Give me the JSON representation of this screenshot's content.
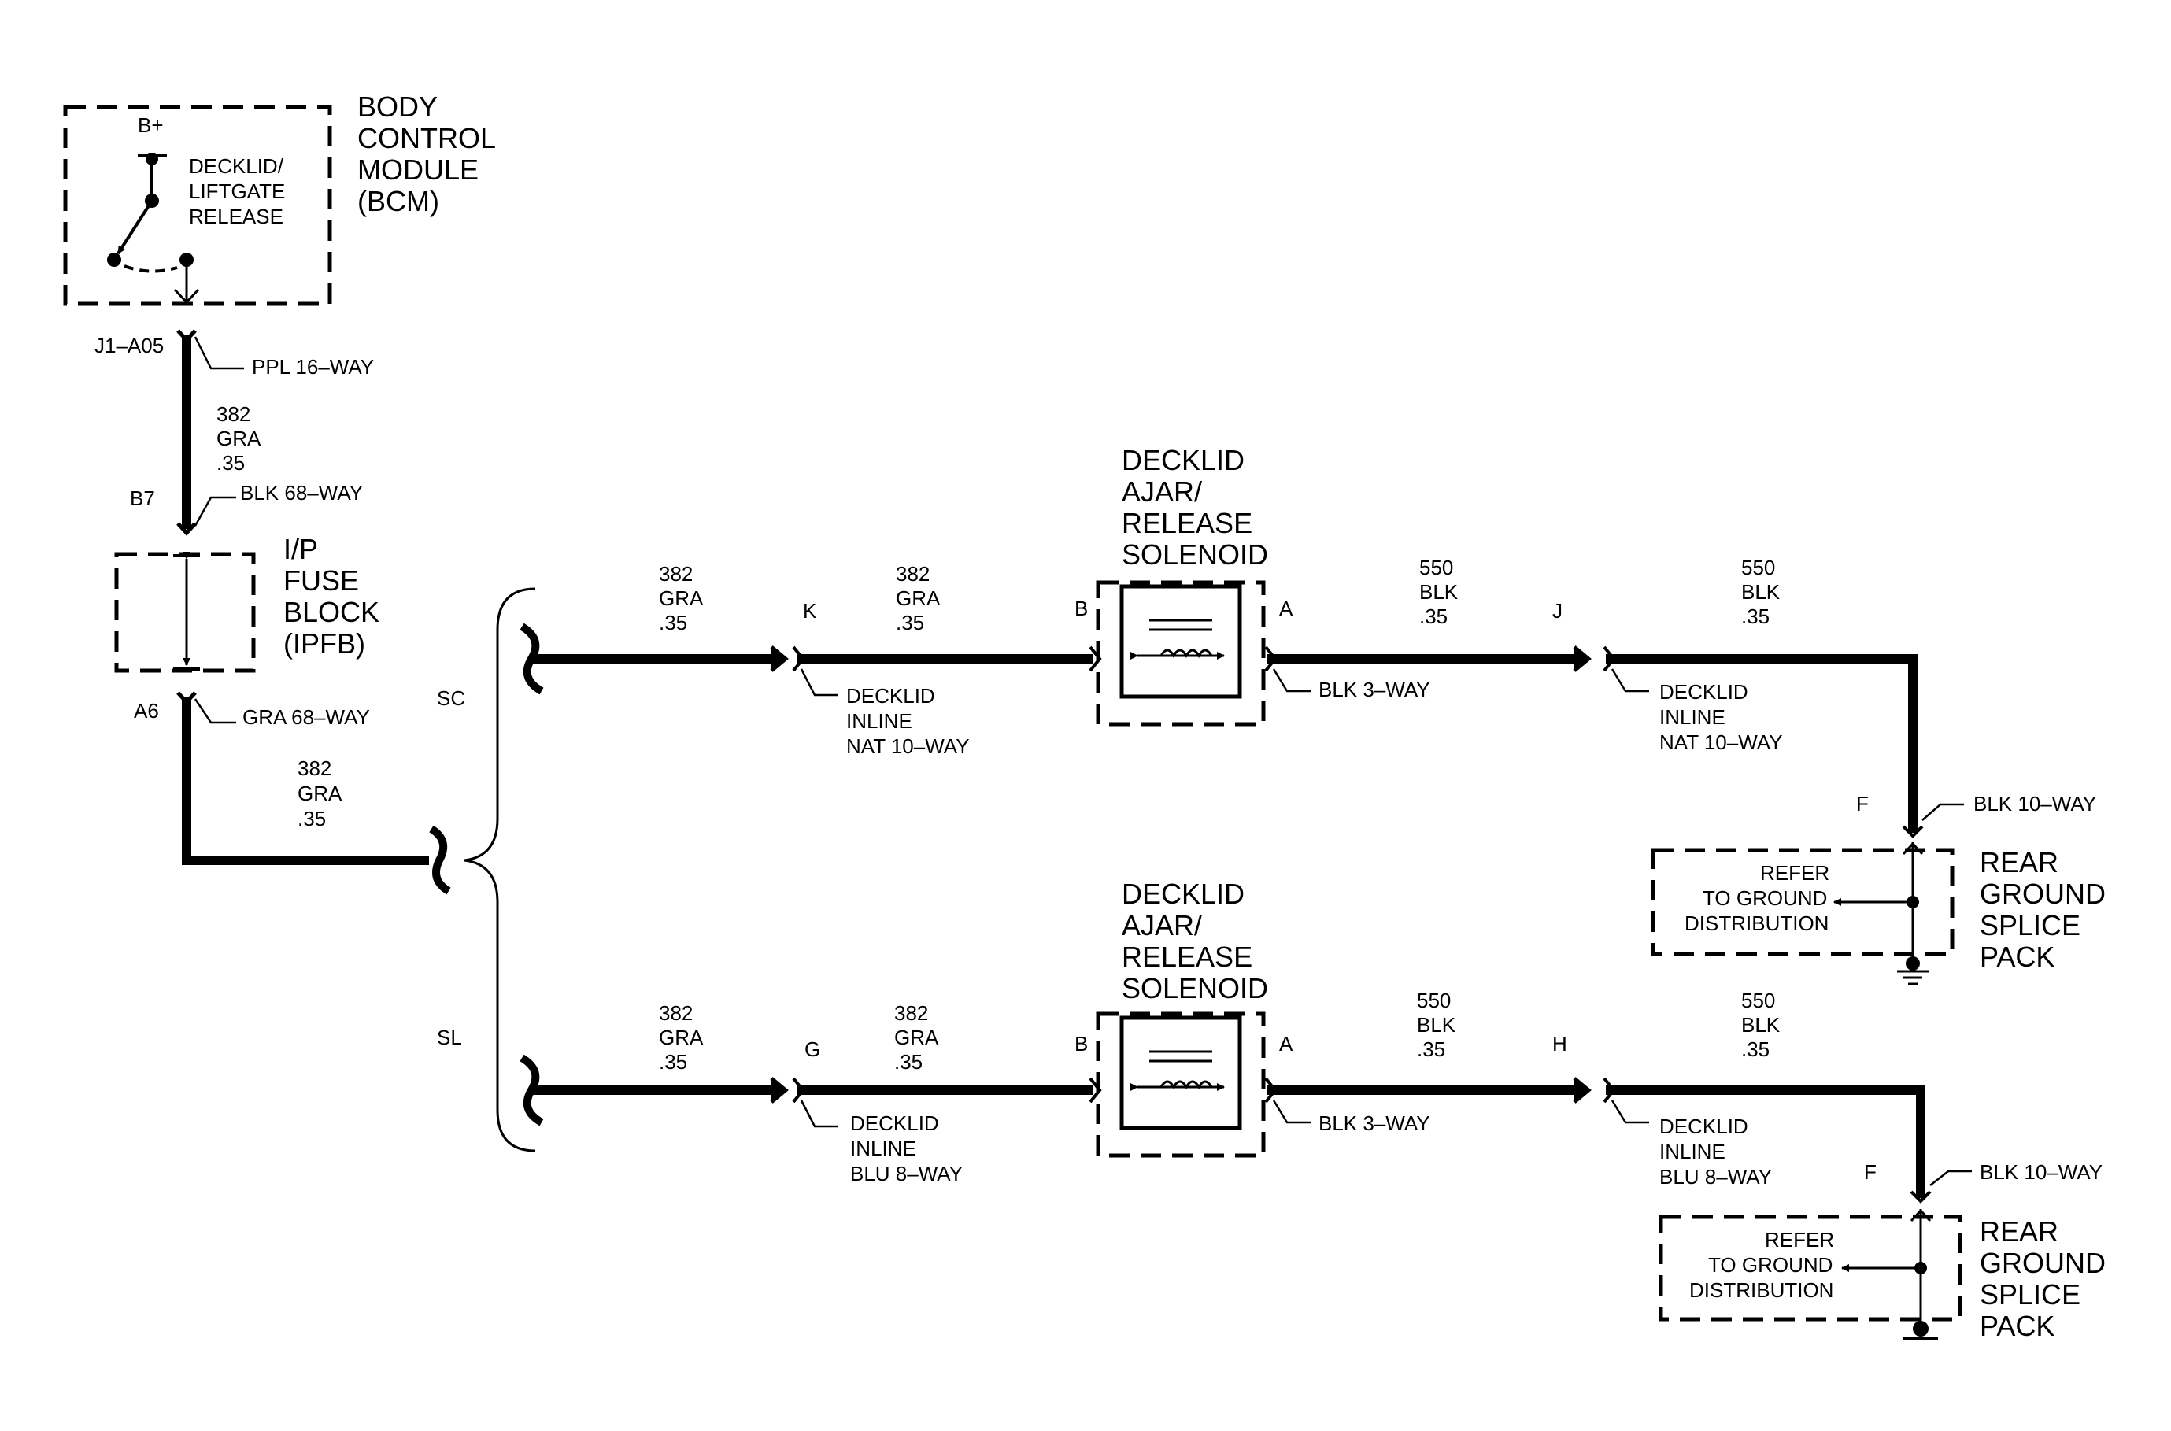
{
  "bcm": {
    "label_lines": [
      "BODY",
      "CONTROL",
      "MODULE",
      "(BCM)"
    ],
    "supply": "B+",
    "switch_label_lines": [
      "DECKLID/",
      "LIFTGATE",
      "RELEASE"
    ]
  },
  "ipfb": {
    "label_lines": [
      "I/P",
      "FUSE",
      "BLOCK",
      "(IPFB)"
    ]
  },
  "connections": {
    "bcm_pin": "J1–A05",
    "bcm_connector": "PPL 16–WAY",
    "wire1": {
      "circuit": "382",
      "color": "GRA",
      "gauge": ".35"
    },
    "ipfb_in_pin": "B7",
    "ipfb_in_connector": "BLK 68–WAY",
    "ipfb_out_pin": "A6",
    "ipfb_out_connector": "GRA 68–WAY",
    "wire2": {
      "circuit": "382",
      "color": "GRA",
      "gauge": ".35"
    }
  },
  "branches": [
    {
      "option": "SC",
      "wire_a": {
        "circuit": "382",
        "color": "GRA",
        "gauge": ".35"
      },
      "inline_in_pin": "K",
      "inline_in_lines": [
        "DECKLID",
        "INLINE",
        "NAT 10–WAY"
      ],
      "wire_b": {
        "circuit": "382",
        "color": "GRA",
        "gauge": ".35"
      },
      "solenoid_pin_in": "B",
      "solenoid_pin_out": "A",
      "solenoid_lines": [
        "DECKLID",
        "AJAR/",
        "RELEASE",
        "SOLENOID"
      ],
      "solenoid_connector": "BLK 3–WAY",
      "wire_c": {
        "circuit": "550",
        "color": "BLK",
        "gauge": ".35"
      },
      "inline_out_pin": "J",
      "inline_out_lines": [
        "DECKLID",
        "INLINE",
        "NAT 10–WAY"
      ],
      "wire_d": {
        "circuit": "550",
        "color": "BLK",
        "gauge": ".35"
      },
      "ground_pin": "F",
      "ground_connector": "BLK 10–WAY",
      "refer_lines": [
        "REFER",
        "TO GROUND",
        "DISTRIBUTION"
      ],
      "splice_pack_lines": [
        "REAR",
        "GROUND",
        "SPLICE",
        "PACK"
      ]
    },
    {
      "option": "SL",
      "wire_a": {
        "circuit": "382",
        "color": "GRA",
        "gauge": ".35"
      },
      "inline_in_pin": "G",
      "inline_in_lines": [
        "DECKLID",
        "INLINE",
        "BLU 8–WAY"
      ],
      "wire_b": {
        "circuit": "382",
        "color": "GRA",
        "gauge": ".35"
      },
      "solenoid_pin_in": "B",
      "solenoid_pin_out": "A",
      "solenoid_lines": [
        "DECKLID",
        "AJAR/",
        "RELEASE",
        "SOLENOID"
      ],
      "solenoid_connector": "BLK 3–WAY",
      "wire_c": {
        "circuit": "550",
        "color": "BLK",
        "gauge": ".35"
      },
      "inline_out_pin": "H",
      "inline_out_lines": [
        "DECKLID",
        "INLINE",
        "BLU 8–WAY"
      ],
      "wire_d": {
        "circuit": "550",
        "color": "BLK",
        "gauge": ".35"
      },
      "ground_pin": "F",
      "ground_connector": "BLK 10–WAY",
      "refer_lines": [
        "REFER",
        "TO GROUND",
        "DISTRIBUTION"
      ],
      "splice_pack_lines": [
        "REAR",
        "GROUND",
        "SPLICE",
        "PACK"
      ]
    }
  ]
}
